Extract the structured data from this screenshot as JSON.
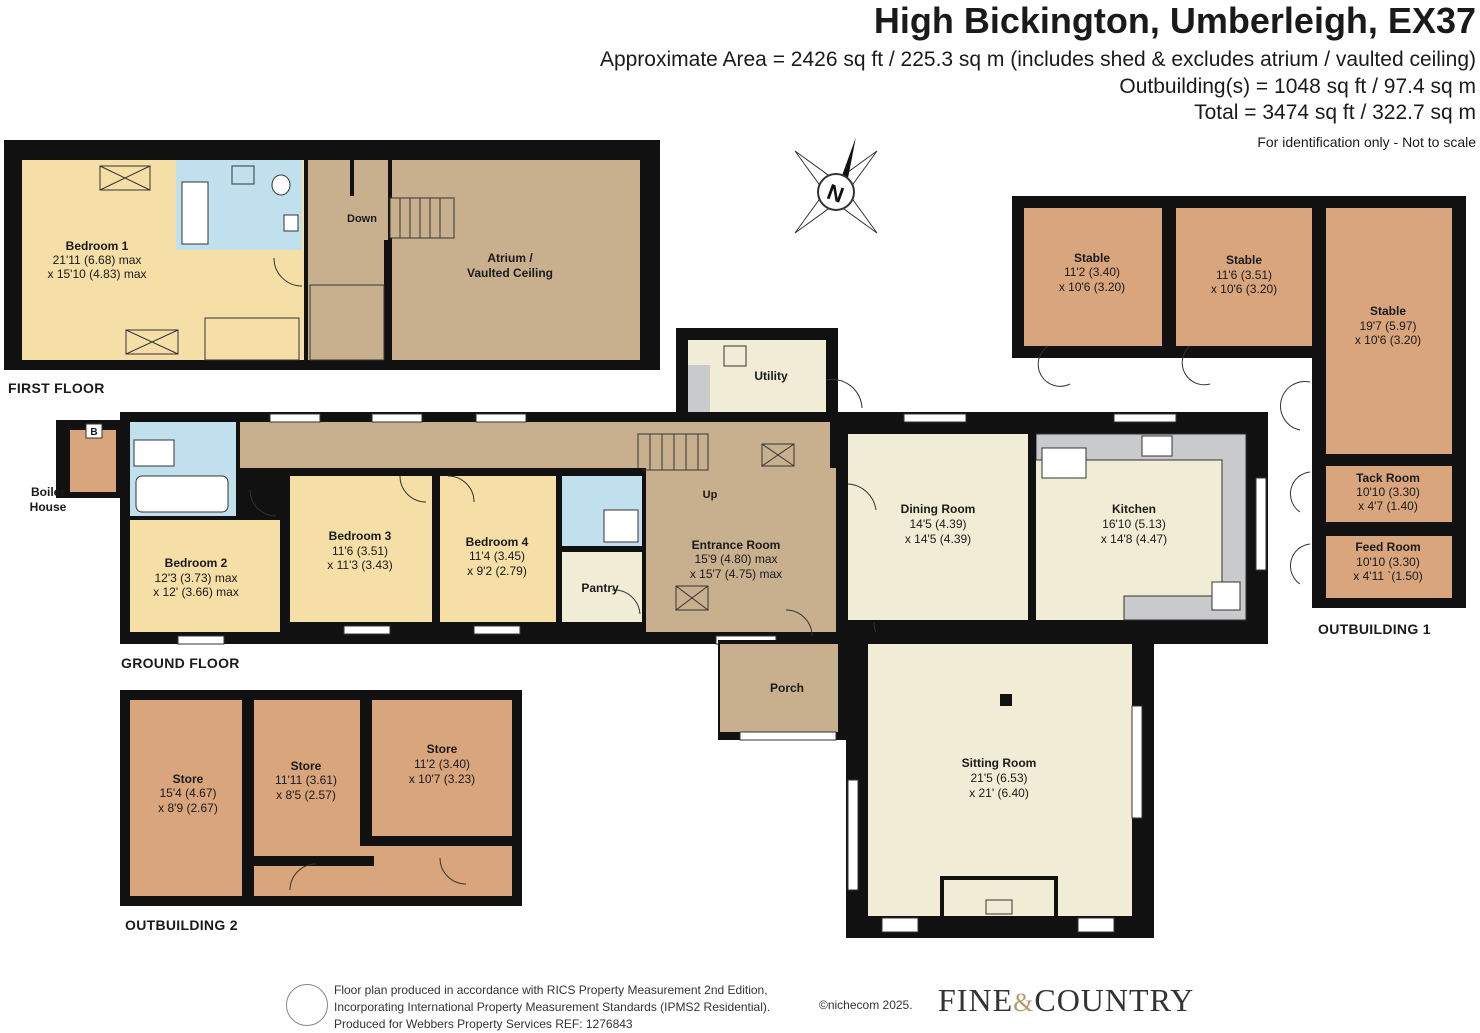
{
  "header": {
    "title": "High Bickington, Umberleigh, EX37",
    "area_main": "Approximate Area = 2426 sq ft / 225.3 sq m (includes shed & excludes atrium / vaulted ceiling)",
    "area_outbuildings": "Outbuilding(s) = 1048 sq ft / 97.4 sq m",
    "area_total": "Total = 3474 sq ft / 322.7 sq m",
    "scale_note": "For identification only - Not to scale"
  },
  "floors": {
    "first_floor": "FIRST FLOOR",
    "ground_floor": "GROUND FLOOR",
    "outbuilding_1": "OUTBUILDING 1",
    "outbuilding_2": "OUTBUILDING 2"
  },
  "compass": {
    "letter": "N"
  },
  "rooms": {
    "bedroom1": {
      "name": "Bedroom 1",
      "dim1": "21'11 (6.68) max",
      "dim2": "x 15'10 (4.83) max"
    },
    "down": {
      "name": "Down"
    },
    "atrium": {
      "name": "Atrium /",
      "name2": "Vaulted Ceiling"
    },
    "utility": {
      "name": "Utility"
    },
    "boiler": {
      "name": "Boiler",
      "name2": "House",
      "badge": "B"
    },
    "bedroom2": {
      "name": "Bedroom 2",
      "dim1": "12'3 (3.73) max",
      "dim2": "x 12' (3.66) max"
    },
    "bedroom3": {
      "name": "Bedroom 3",
      "dim1": "11'6 (3.51)",
      "dim2": "x 11'3 (3.43)"
    },
    "bedroom4": {
      "name": "Bedroom 4",
      "dim1": "11'4 (3.45)",
      "dim2": "x 9'2 (2.79)"
    },
    "pantry": {
      "name": "Pantry"
    },
    "entrance": {
      "name": "Entrance Room",
      "dim1": "15'9 (4.80) max",
      "dim2": "x 15'7 (4.75) max"
    },
    "up": {
      "name": "Up"
    },
    "porch": {
      "name": "Porch"
    },
    "dining": {
      "name": "Dining Room",
      "dim1": "14'5 (4.39)",
      "dim2": "x 14'5 (4.39)"
    },
    "kitchen": {
      "name": "Kitchen",
      "dim1": "16'10 (5.13)",
      "dim2": "x 14'8 (4.47)"
    },
    "sitting": {
      "name": "Sitting Room",
      "dim1": "21'5 (6.53)",
      "dim2": "x 21' (6.40)"
    },
    "stable1": {
      "name": "Stable",
      "dim1": "11'2 (3.40)",
      "dim2": "x 10'6 (3.20)"
    },
    "stable2": {
      "name": "Stable",
      "dim1": "11'6 (3.51)",
      "dim2": "x 10'6 (3.20)"
    },
    "stable3": {
      "name": "Stable",
      "dim1": "19'7 (5.97)",
      "dim2": "x 10'6 (3.20)"
    },
    "tack": {
      "name": "Tack Room",
      "dim1": "10'10 (3.30)",
      "dim2": "x 4'7 (1.40)"
    },
    "feed": {
      "name": "Feed Room",
      "dim1": "10'10 (3.30)",
      "dim2": "x 4'11 `(1.50)"
    },
    "store1": {
      "name": "Store",
      "dim1": "15'4 (4.67)",
      "dim2": "x 8'9 (2.67)"
    },
    "store2": {
      "name": "Store",
      "dim1": "11'11 (3.61)",
      "dim2": "x 8'5 (2.57)"
    },
    "store3": {
      "name": "Store",
      "dim1": "11'2 (3.40)",
      "dim2": "x 10'7 (3.23)"
    }
  },
  "footer": {
    "text": "Floor plan produced in accordance with RICS Property Measurement 2nd Edition,\nIncorporating International Property Measurement Standards (IPMS2 Residential).\nProduced for Webbers Property Services    REF: 1276843",
    "copyright": "©nichecom 2025.",
    "logo_fine": "FINE",
    "logo_amp": "&",
    "logo_country": "COUNTRY"
  },
  "colors": {
    "wall": "#111111",
    "bedroom": "#f5dfa6",
    "bathroom": "#bfe0ec",
    "landing": "#c8b08f",
    "living": "#f1ecd5",
    "outbuilding": "#d9a57c",
    "kitchen_counter": "#c9cacc"
  }
}
